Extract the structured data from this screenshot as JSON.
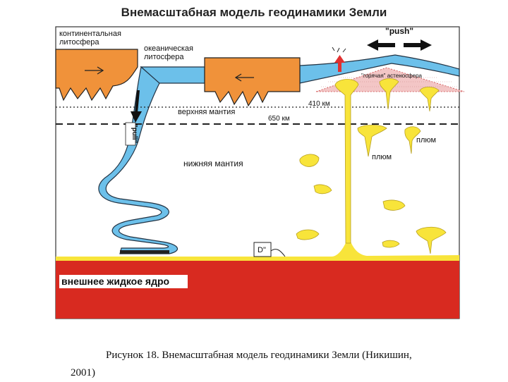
{
  "title": "Внемасштабная модель геодинамики Земли",
  "labels": {
    "continental_lithosphere_l1": "континентальная",
    "continental_lithosphere_l2": "литосфера",
    "oceanic_lithosphere_l1": "океаническая",
    "oceanic_lithosphere_l2": "литосфера",
    "push": "\"push\"",
    "hot_asthenosphere": "\"горячая\" астеносфера",
    "depth_410": "410 км",
    "upper_mantle": "верхняя мантия",
    "depth_650": "650 км",
    "pull": "\"pull\"",
    "plume_1": "плюм",
    "plume_2": "плюм",
    "lower_mantle": "нижняя мантия",
    "d_layer": "D\"",
    "outer_core": "внешнее жидкое ядро"
  },
  "caption": {
    "line1": "Рисунок 18. Внемасштабная модель геодинамики Земли (Никишин,",
    "line2": "2001)"
  },
  "colors": {
    "lithosphere": "#f0923a",
    "ocean": "#6cc0ea",
    "plume": "#f8e43a",
    "core": "#d82a20",
    "hot_zone": "#f3c6c6",
    "arrow_red": "#e03030"
  }
}
